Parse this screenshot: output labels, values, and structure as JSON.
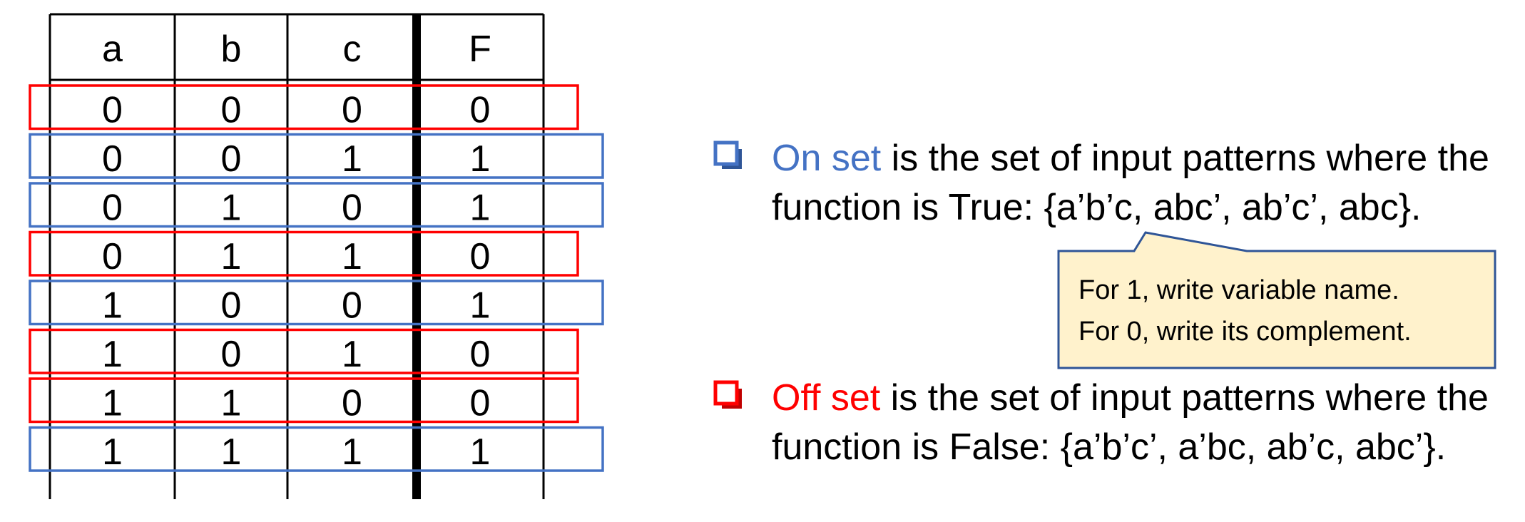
{
  "truth_table": {
    "headers": [
      "a",
      "b",
      "c",
      "F"
    ],
    "rows": [
      {
        "cells": [
          "0",
          "0",
          "0",
          "0"
        ],
        "set": "off"
      },
      {
        "cells": [
          "0",
          "0",
          "1",
          "1"
        ],
        "set": "on"
      },
      {
        "cells": [
          "0",
          "1",
          "0",
          "1"
        ],
        "set": "on"
      },
      {
        "cells": [
          "0",
          "1",
          "1",
          "0"
        ],
        "set": "off"
      },
      {
        "cells": [
          "1",
          "0",
          "0",
          "1"
        ],
        "set": "on"
      },
      {
        "cells": [
          "1",
          "0",
          "1",
          "0"
        ],
        "set": "off"
      },
      {
        "cells": [
          "1",
          "1",
          "0",
          "0"
        ],
        "set": "off"
      },
      {
        "cells": [
          "1",
          "1",
          "1",
          "1"
        ],
        "set": "on"
      }
    ]
  },
  "on_set": {
    "term": "On set",
    "line1_rest": " is the set of input patterns where the",
    "line2": "function is True: {a’b’c, abc’, ab’c’, abc}."
  },
  "off_set": {
    "term": "Off set",
    "line1_rest": " is the set of input patterns where the",
    "line2": "function is False: {a’b’c’, a’bc, ab’c, abc’}."
  },
  "callout": {
    "line1": "For 1, write variable name.",
    "line2": "For 0, write its complement."
  },
  "colors": {
    "on": "#4472C4",
    "off": "#FF0000",
    "callout_fill": "#FFF2CC",
    "callout_border": "#2F5597",
    "bullet_shadow": "#2F5597"
  }
}
